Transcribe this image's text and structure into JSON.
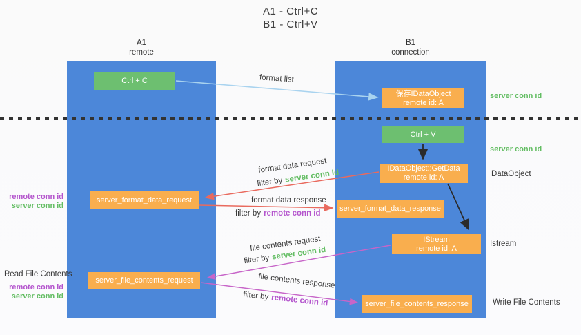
{
  "title": {
    "line1": "A1 - Ctrl+C",
    "line2": "B1 - Ctrl+V"
  },
  "lanes": {
    "left": {
      "name": "A1",
      "role": "remote"
    },
    "right": {
      "name": "B1",
      "role": "connection"
    }
  },
  "nodes": {
    "ctrl_c": {
      "label": "Ctrl + C"
    },
    "save_dataobject": {
      "line1": "保存IDataObject",
      "line2": "remote id: A"
    },
    "ctrl_v": {
      "label": "Ctrl + V"
    },
    "getdata": {
      "line1": "IDataObject::GetData",
      "line2": "remote id: A"
    },
    "format_request": {
      "label": "server_format_data_request"
    },
    "format_response": {
      "label": "server_format_data_response"
    },
    "istream": {
      "line1": "IStream",
      "line2": "remote id: A"
    },
    "file_request": {
      "label": "server_file_contents_request"
    },
    "file_response": {
      "label": "server_file_contents_response"
    }
  },
  "edge_labels": {
    "format_list": "format list",
    "format_data_request": "format data request",
    "format_data_response": "format data response",
    "file_contents_request": "file contents request",
    "file_contents_response": "file contents response",
    "filter_by": "filter by",
    "server_conn_id": "server conn id",
    "remote_conn_id": "remote conn id"
  },
  "side_labels": {
    "right_server_conn_id_1": "server conn id",
    "right_server_conn_id_2": "server conn id",
    "dataobject": "DataObject",
    "istream": "Istream",
    "write_file_contents": "Write File Contents",
    "read_file_contents": "Read File Contents",
    "left_remote_conn_id_1": "remote conn id",
    "left_server_conn_id_1": "server conn id",
    "left_remote_conn_id_2": "remote conn id",
    "left_server_conn_id_2": "server conn id"
  },
  "colors": {
    "lane_blue": "#4c87d9",
    "node_green": "#6dbf70",
    "node_orange": "#f9ae4e",
    "text_green": "#63bd63",
    "text_purple": "#b455cd",
    "arrow_salmon": "#e96a5e",
    "arrow_magenta": "#c765c8",
    "arrow_lightblue": "#a9d3ef",
    "arrow_black": "#2b2b2b"
  }
}
